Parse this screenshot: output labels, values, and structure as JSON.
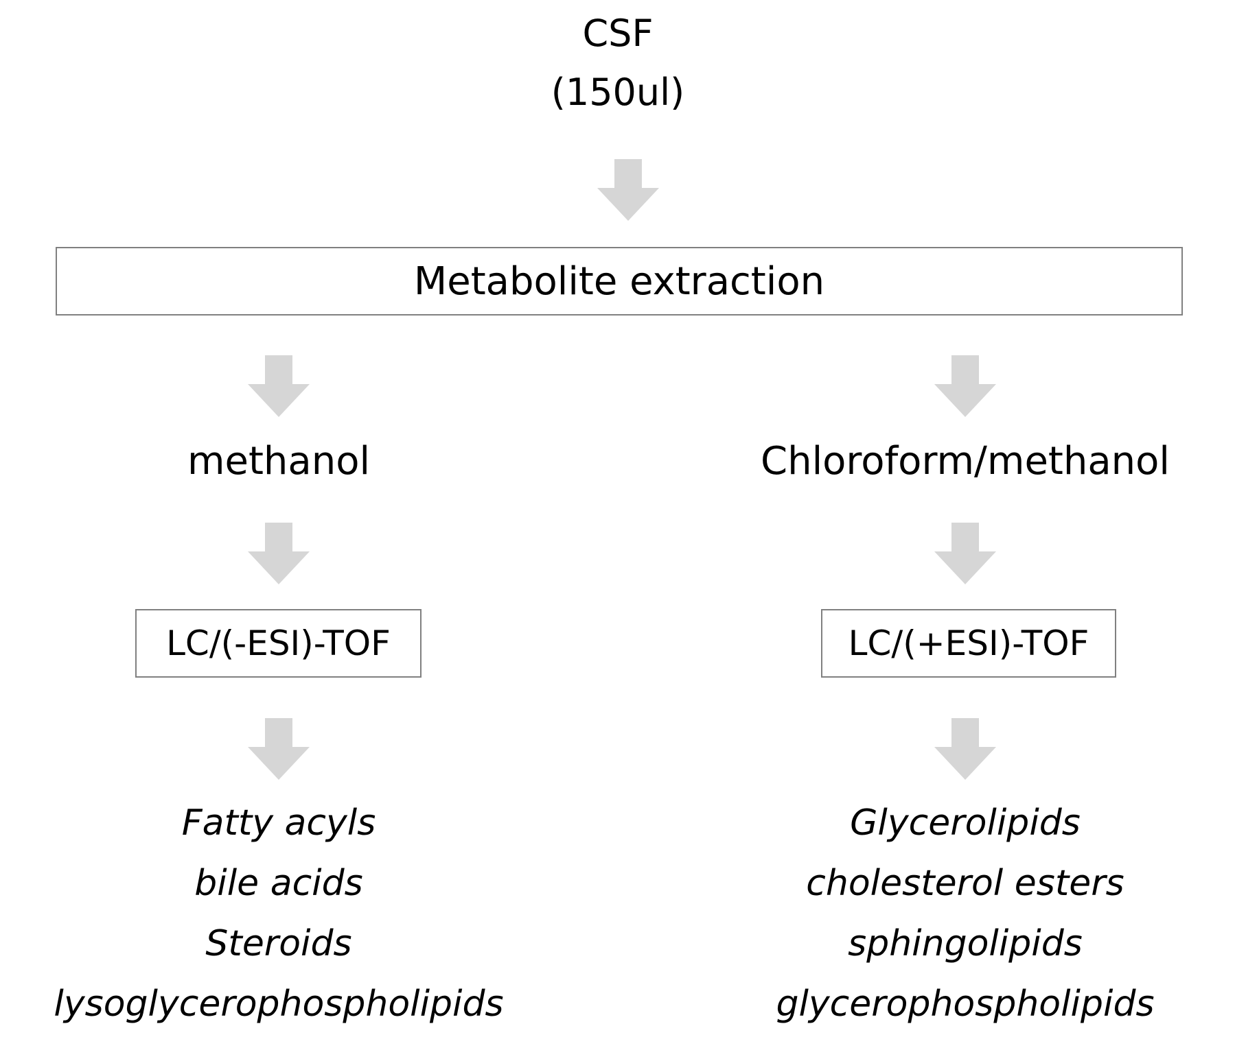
{
  "source": {
    "line1": "CSF",
    "line2": "(150ul)"
  },
  "extraction": {
    "label": "Metabolite extraction"
  },
  "left_branch": {
    "solvent": "methanol",
    "method": "LC/(-ESI)-TOF",
    "classes": [
      "Fatty acyls",
      "bile acids",
      "Steroids",
      "lysoglycerophospholipids"
    ]
  },
  "right_branch": {
    "solvent": "Chloroform/methanol",
    "method": "LC/(+ESI)-TOF",
    "classes": [
      "Glycerolipids",
      "cholesterol esters",
      "sphingolipids",
      "glycerophospholipids"
    ]
  },
  "colors": {
    "arrow": "#d6d6d6",
    "box_border": "#808080",
    "text": "#000000"
  },
  "icons": {
    "arrow": "down-arrow-icon"
  }
}
